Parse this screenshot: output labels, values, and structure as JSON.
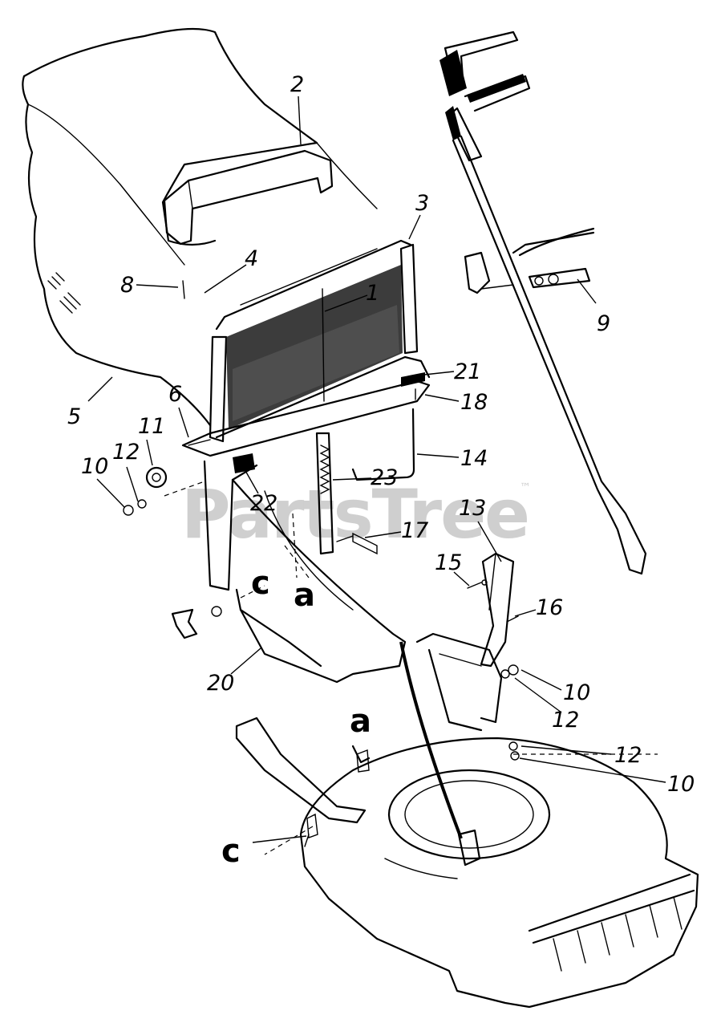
{
  "watermark": {
    "text": "PartsTree",
    "trademark": "™"
  },
  "callouts": {
    "c1": "1",
    "c2": "2",
    "c3": "3",
    "c4": "4",
    "c5": "5",
    "c6": "6",
    "c8": "8",
    "c9": "9",
    "c10_left": "10",
    "c10_mid": "10",
    "c10_right": "10",
    "c11": "11",
    "c12_left": "12",
    "c12_mid": "12",
    "c12_right": "12",
    "c13": "13",
    "c14": "14",
    "c15": "15",
    "c16": "16",
    "c17": "17",
    "c18": "18",
    "c20": "20",
    "c21": "21",
    "c22": "22",
    "c23": "23"
  },
  "reference_letters": {
    "a_chute": "a",
    "a_deck": "a",
    "c_chute": "c",
    "c_deck": "c"
  }
}
